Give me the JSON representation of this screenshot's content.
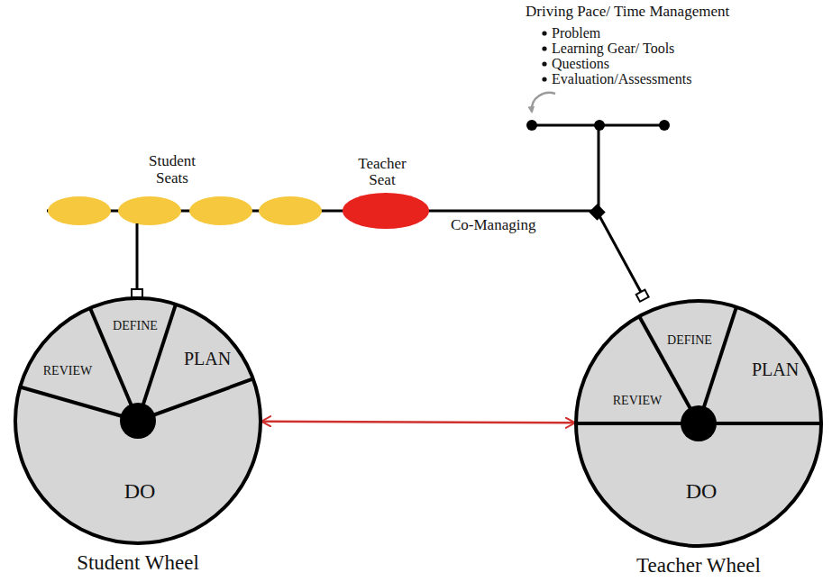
{
  "diagram": {
    "nodes": [
      {
        "text": [
          "Teacher Seat"
        ]
      },
      {
        "text": [
          "Student Wheel"
        ]
      },
      {
        "text": [
          "REVIEW"
        ],
        "in": 1
      },
      {
        "text": [
          "DEFINE"
        ],
        "in": 1
      },
      {
        "text": [
          "PLAN"
        ],
        "in": 1
      },
      {
        "text": [
          "DO"
        ],
        "in": 1
      },
      {
        "text": [
          "Teacher Wheel"
        ]
      },
      {
        "text": [
          "REVIEW"
        ],
        "in": 6
      },
      {
        "text": [
          "DEFINE"
        ],
        "in": 6
      },
      {
        "text": [
          "PLAN"
        ],
        "in": 6
      },
      {
        "text": [
          "DO"
        ],
        "in": 6
      }
    ],
    "edges": [
      {
        "from": 1,
        "to": 6,
        "arrow": "both"
      }
    ],
    "labels": [
      "Driving Pace/ Time Management",
      "Problem",
      "Learning Gear/ Tools",
      "Questions",
      "Evaluation/Assessments",
      "Student Seats",
      "Co-Managing"
    ]
  }
}
